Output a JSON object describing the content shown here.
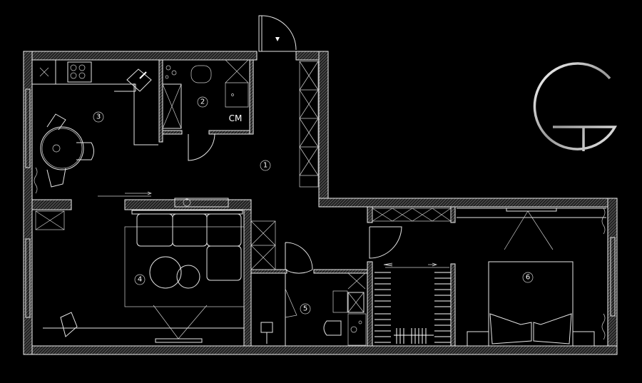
{
  "plan": {
    "rooms": [
      {
        "number": "1"
      },
      {
        "number": "2"
      },
      {
        "number": "3"
      },
      {
        "number": "4"
      },
      {
        "number": "5"
      },
      {
        "number": "6"
      }
    ],
    "labels": {
      "washing_machine": "CM"
    }
  },
  "logo": {
    "text": "GT"
  },
  "colors": {
    "background": "#000000",
    "lines": "#e6e6e6"
  }
}
